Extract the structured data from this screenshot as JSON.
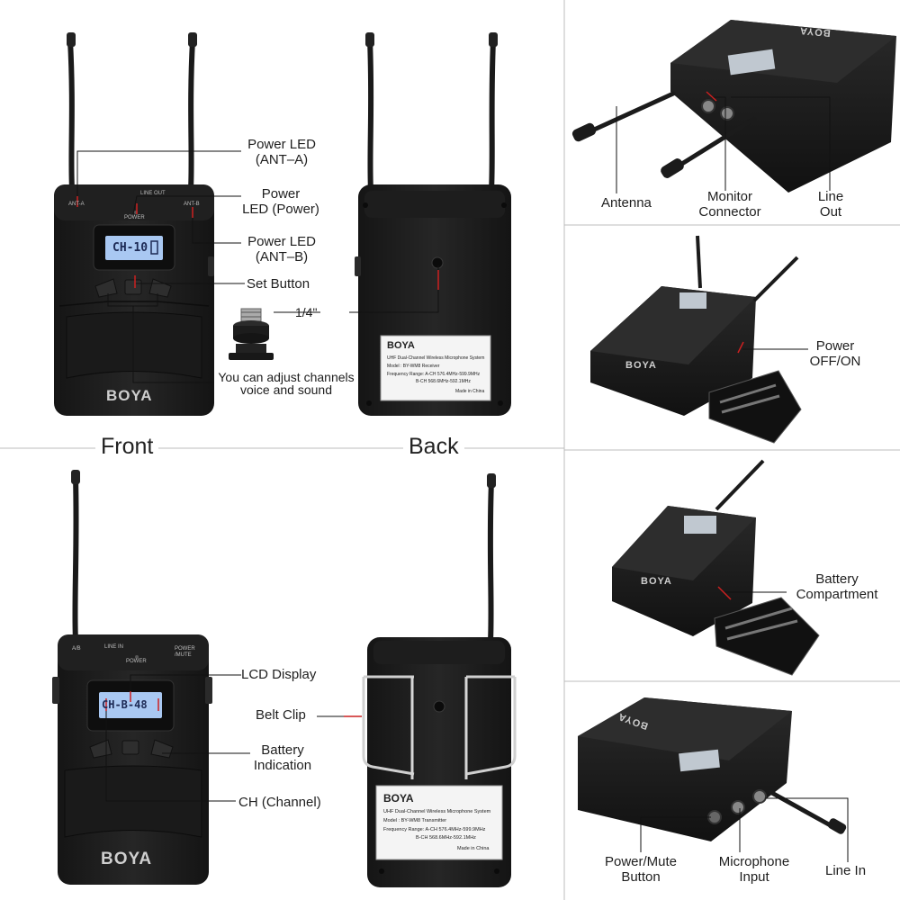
{
  "sections": {
    "front": "Front",
    "back": "Back"
  },
  "brand": "BOYA",
  "receiver": {
    "lcd": "CH-10",
    "panel": {
      "ant_a": "ANT-A",
      "ant_b": "ANT-B",
      "line_out": "LINE OUT",
      "power": "POWER"
    },
    "sticker": {
      "brand": "BOYA",
      "line1": "UHF Dual-Channel Wireless Microphone System",
      "line2": "Model : BY-WM8 Receiver",
      "line3": "Frequency Range: A-CH 576.4MHz-599.9MHz",
      "line4": "B-CH 568.6MHz-592.1MHz",
      "line5": "Made in China"
    }
  },
  "transmitter": {
    "lcd": "CH-B-48",
    "panel": {
      "ab": "A/B",
      "line_in": "LINE IN",
      "power": "POWER",
      "power_mute": "POWER /MUTE"
    },
    "sticker": {
      "brand": "BOYA",
      "line1": "UHF Dual-Channel Wireless Microphone System",
      "line2": "Model : BY-WM8 Transmitter",
      "line3": "Frequency Range: A-CH 576.4MHz-599.9MHz",
      "line4": "B-CH 568.6MHz-592.1MHz",
      "line5": "Made in China"
    }
  },
  "callouts": {
    "power_led_ant_a": [
      "Power LED",
      "(ANT–A)"
    ],
    "power_led_power": [
      "Power",
      "LED (Power)"
    ],
    "power_led_ant_b": [
      "Power LED",
      "(ANT–B)"
    ],
    "set_button": "Set Button",
    "quarter_inch": "1/4\"",
    "adjust_channels": [
      "You can adjust channels",
      "voice and sound"
    ],
    "antenna": "Antenna",
    "monitor_connector": [
      "Monitor",
      "Connector"
    ],
    "line_out": [
      "Line",
      "Out"
    ],
    "power_off_on": [
      "Power",
      "OFF/ON"
    ],
    "lcd_display": "LCD Display",
    "belt_clip": "Belt Clip",
    "battery_indication": [
      "Battery",
      "Indication"
    ],
    "ch_channel": "CH (Channel)",
    "battery_compartment": [
      "Battery",
      "Compartment"
    ],
    "power_mute_button": [
      "Power/Mute",
      "Button"
    ],
    "microphone_input": [
      "Microphone",
      "Input"
    ],
    "line_in": "Line In"
  },
  "colors": {
    "device": "#1d1d1d",
    "lcd": "#a9c8f2",
    "pointer": "#cc2020",
    "leader": "#111111",
    "divider": "#bcbcbc"
  }
}
